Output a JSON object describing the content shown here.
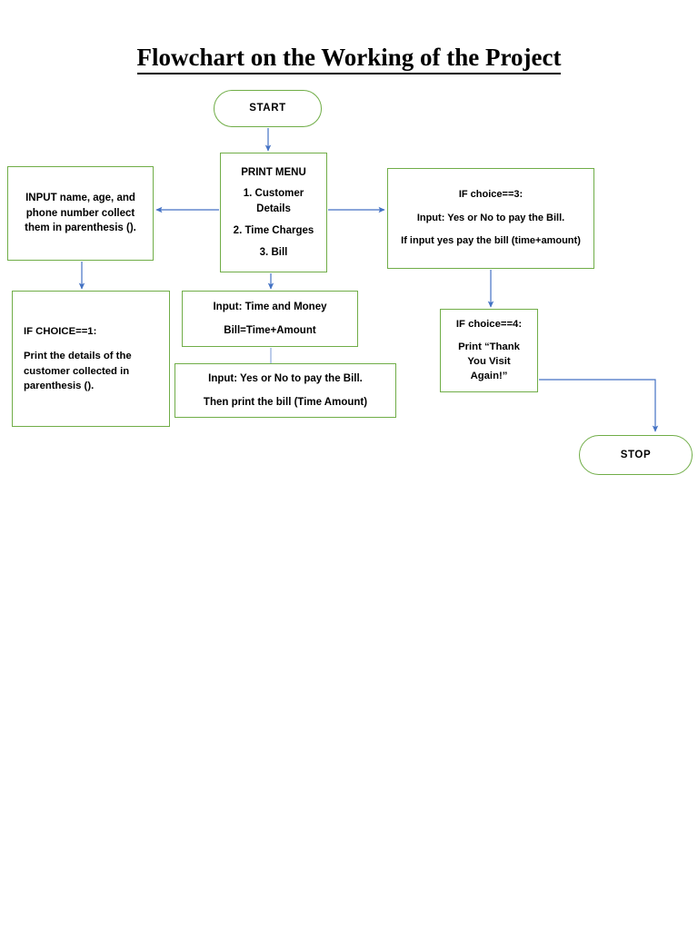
{
  "document": {
    "title": "Flowchart on the Working of the Project"
  },
  "theme": {
    "node_border": "#70AD47",
    "connector": "#4472C4",
    "text": "#000000",
    "background": "#FFFFFF"
  },
  "nodes": {
    "start": {
      "shape": "terminator",
      "label": "START"
    },
    "print_menu": {
      "shape": "process",
      "line1": "PRINT MENU",
      "line2": "1. Customer",
      "line3": "Details",
      "line4": "2. Time Charges",
      "line5": "3. Bill"
    },
    "input_details": {
      "shape": "process",
      "line1": "INPUT name, age, and",
      "line2": "phone number collect",
      "line3": "them in parenthesis ()."
    },
    "choice3": {
      "shape": "process",
      "line1": "IF choice==3:",
      "line2": "Input: Yes or No to pay the Bill.",
      "line3": "If input yes pay the bill (time+amount)"
    },
    "choice1": {
      "shape": "process",
      "line1": "IF CHOICE==1:",
      "line2": "Print the details of the",
      "line3": "customer collected in",
      "line4": "parenthesis ()."
    },
    "time_money": {
      "shape": "process",
      "line1": "Input: Time and Money",
      "line2": "Bill=Time+Amount"
    },
    "pay_bill": {
      "shape": "process",
      "line1": "Input: Yes or No to pay the Bill.",
      "line2": "Then print the bill (Time Amount)"
    },
    "choice4": {
      "shape": "process",
      "line1": "IF choice==4:",
      "line2": "Print “Thank",
      "line3": "You Visit",
      "line4": "Again!”"
    },
    "stop": {
      "shape": "terminator",
      "label": "STOP"
    }
  },
  "connectors": [
    {
      "name": "start-to-print-menu",
      "from": "start",
      "to": "print_menu",
      "kind": "arrow-down"
    },
    {
      "name": "print-menu-to-input",
      "from": "print_menu",
      "to": "input_details",
      "kind": "arrow-left"
    },
    {
      "name": "print-menu-to-choice3",
      "from": "print_menu",
      "to": "choice3",
      "kind": "arrow-right"
    },
    {
      "name": "input-to-choice1",
      "from": "input_details",
      "to": "choice1",
      "kind": "arrow-down"
    },
    {
      "name": "print-menu-to-time-money",
      "from": "print_menu",
      "to": "time_money",
      "kind": "arrow-down"
    },
    {
      "name": "time-money-to-pay-bill",
      "from": "time_money",
      "to": "pay_bill",
      "kind": "line-down"
    },
    {
      "name": "choice3-to-choice4",
      "from": "choice3",
      "to": "choice4",
      "kind": "arrow-down"
    },
    {
      "name": "choice4-to-stop",
      "from": "choice4",
      "to": "stop",
      "kind": "elbow-arrow"
    }
  ]
}
